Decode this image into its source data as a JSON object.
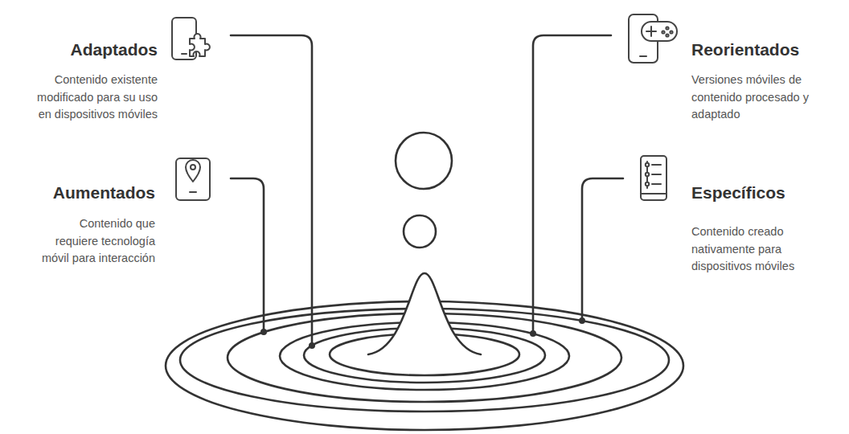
{
  "diagram": {
    "nodes": [
      {
        "text": [
          "Adaptados",
          "Contenido existente modificado para su uso en dispositivos móviles"
        ]
      },
      {
        "text": [
          "Reorientados",
          "Versiones móviles de contenido procesado y adaptado"
        ]
      },
      {
        "text": [
          "Aumentados",
          "Contenido que requiere tecnología móvil para interacción"
        ]
      },
      {
        "text": [
          "Específicos",
          "Contenido creado nativamente para dispositivos móviles"
        ]
      }
    ]
  }
}
